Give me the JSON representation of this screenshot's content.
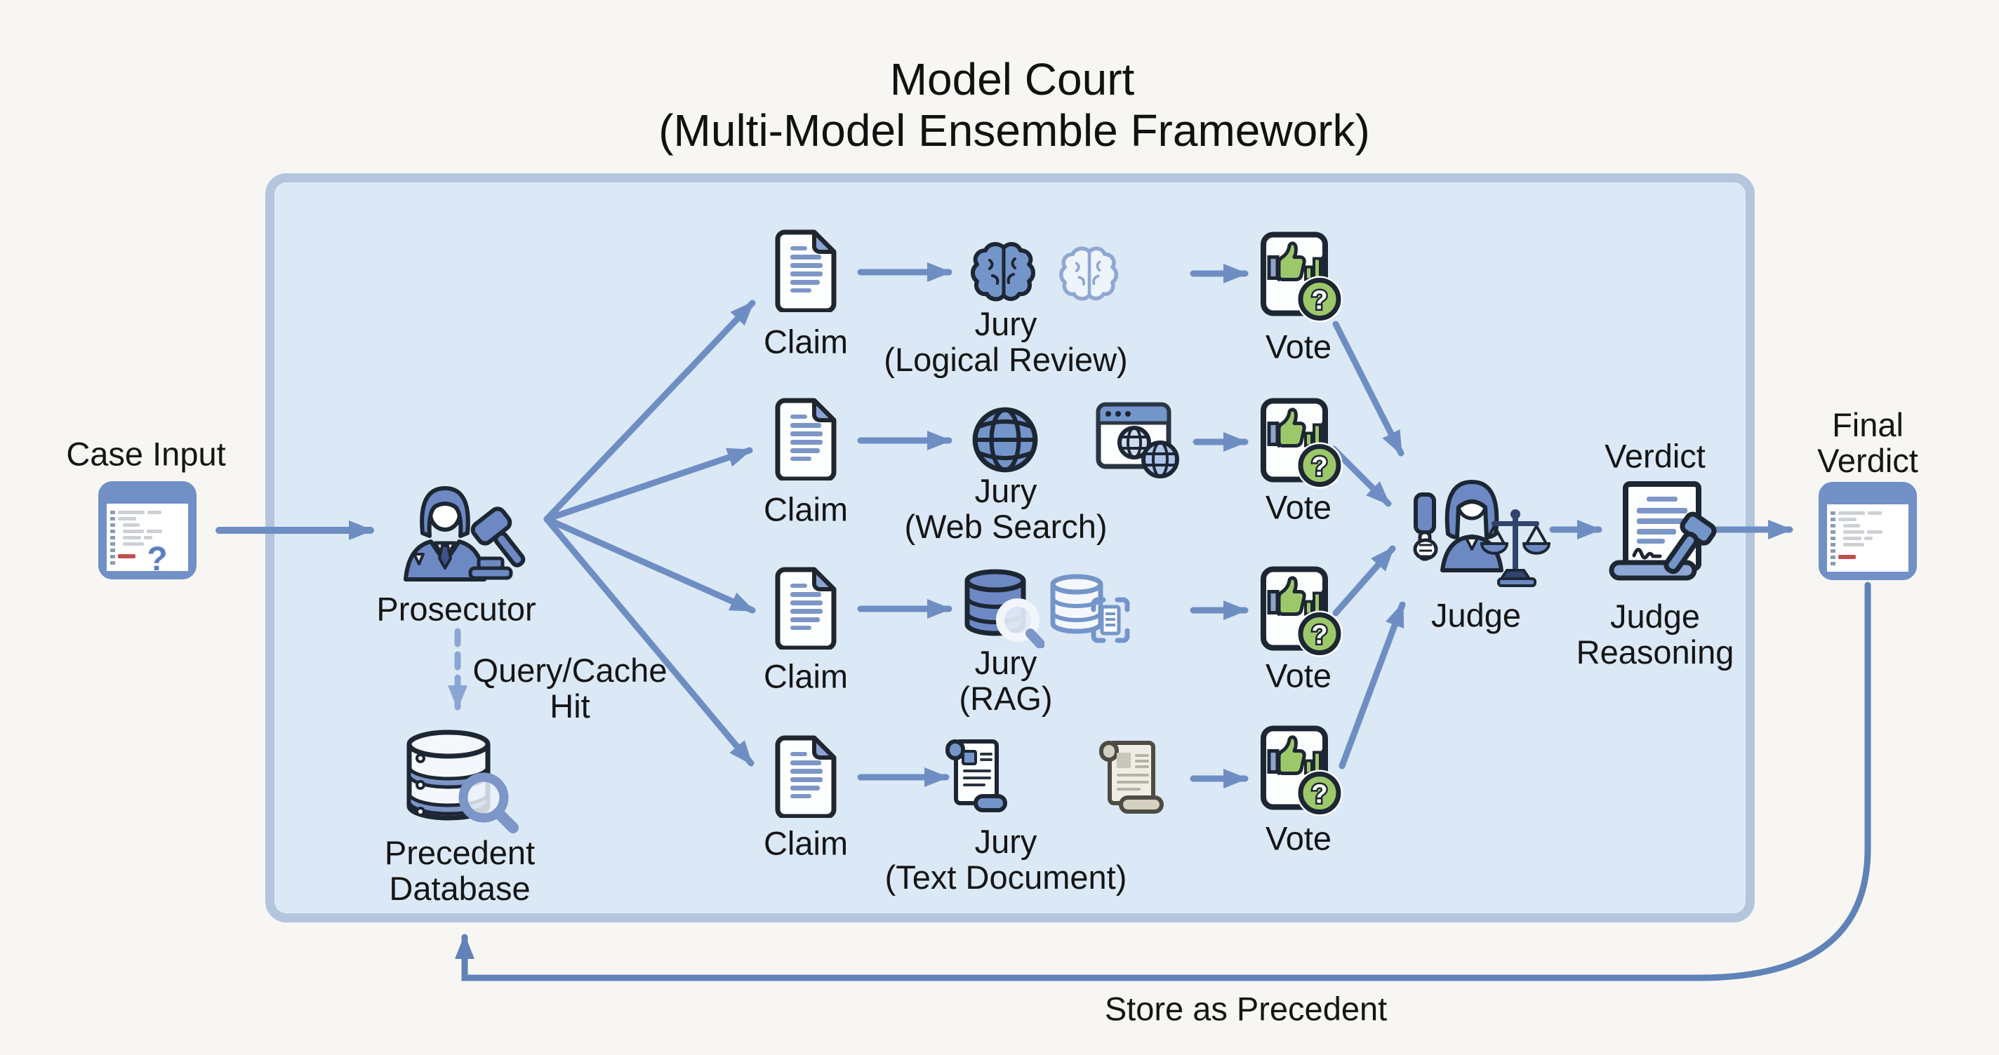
{
  "title": {
    "line1": "Model Court",
    "line2": "(Multi-Model Ensemble Framework)"
  },
  "outside": {
    "case_input": {
      "label": "Case Input"
    },
    "final_verdict": {
      "line1": "Final",
      "line2": "Verdict"
    },
    "store_as_precedent": {
      "label": "Store as Precedent"
    }
  },
  "panel": {
    "prosecutor": {
      "label": "Prosecutor"
    },
    "query_cache": {
      "line1": "Query/Cache",
      "line2": "Hit"
    },
    "precedent_database": {
      "line1": "Precedent",
      "line2": "Database"
    },
    "rows": [
      {
        "claim": "Claim",
        "jury": "Jury",
        "method": "(Logical Review)",
        "vote": "Vote"
      },
      {
        "claim": "Claim",
        "jury": "Jury",
        "method": "(Web Search)",
        "vote": "Vote"
      },
      {
        "claim": "Claim",
        "jury": "Jury",
        "method": "(RAG)",
        "vote": "Vote"
      },
      {
        "claim": "Claim",
        "jury": "Jury",
        "method": "(Text Document)",
        "vote": "Vote"
      }
    ],
    "judge": {
      "label": "Judge"
    },
    "verdict": {
      "label": "Verdict",
      "reason_line1": "Judge",
      "reason_line2": "Reasoning"
    }
  },
  "glyphs": {
    "question": "?"
  },
  "colors": {
    "background": "#f8f6f2",
    "panel_fill": "#dbe9f6",
    "panel_border": "#b3c6de",
    "arrow": "#6e8ec3",
    "arrow_dashed": "#8ba6d4",
    "arrow_store": "#5f82b8",
    "icon_blue": "#7495ca",
    "icon_outline": "#1d2633",
    "vote_green": "#9dc86a",
    "red_line": "#c0504d"
  }
}
